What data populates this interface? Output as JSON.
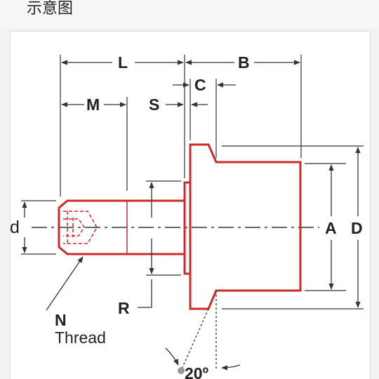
{
  "header": {
    "title": "示意图"
  },
  "diagram": {
    "labels": {
      "L": "L",
      "B": "B",
      "M": "M",
      "C": "C",
      "S": "S",
      "d": "d",
      "A": "A",
      "D": "D",
      "N": "N",
      "thread": "Thread",
      "R": "R",
      "angle": "20º"
    },
    "colors": {
      "outline": "#cc2a2a",
      "dimension": "#333333"
    }
  }
}
